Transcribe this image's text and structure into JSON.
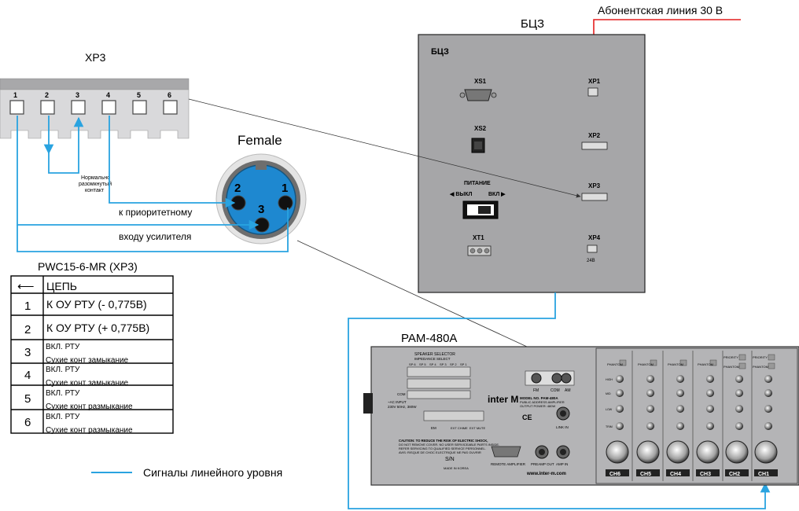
{
  "colors": {
    "signal_line": "#29a3e0",
    "red_line": "#e41e1e",
    "panel_gray": "#a6a6a8",
    "amp_body": "#b4b4b6",
    "xlr_blue": "#1e88d0"
  },
  "top_label": "Абонентская линия 30 В",
  "bcz": {
    "title": "БЦЗ",
    "panel_label": "БЦЗ",
    "xs1": "XS1",
    "xs2": "XS2",
    "xp1": "XP1",
    "xp2": "XP2",
    "xp3": "XP3",
    "xp4": "XP4",
    "xp4_voltage": "24В",
    "xt1": "XT1",
    "power_label": "ПИТАНИЕ",
    "power_off": "◀ ВЫКЛ",
    "power_on": "ВКЛ ▶"
  },
  "xp3_block": {
    "title": "XP3",
    "pins": [
      "1",
      "2",
      "3",
      "4",
      "5",
      "6"
    ],
    "nc_note_line1": "Нормально",
    "nc_note_line2": "разомкнутый",
    "nc_note_line3": "контакт"
  },
  "xlr": {
    "title": "Female",
    "pin1": "1",
    "pin2": "2",
    "pin3": "3"
  },
  "wiring_labels": {
    "priority": "к приоритетному",
    "amp_input": "входу усилителя"
  },
  "pin_table": {
    "title": "PWC15-6-MR (XP3)",
    "header_arrow": "⟵",
    "header": "ЦЕПЬ",
    "rows": [
      {
        "num": "1",
        "line1": "К ОУ РТУ (- 0,775В)",
        "line2": ""
      },
      {
        "num": "2",
        "line1": "К ОУ РТУ (+ 0,775В)",
        "line2": ""
      },
      {
        "num": "3",
        "line1": "ВКЛ. РТУ",
        "line2": "Сухие конт замыкание"
      },
      {
        "num": "4",
        "line1": "ВКЛ. РТУ",
        "line2": "Сухие конт замыкание"
      },
      {
        "num": "5",
        "line1": "ВКЛ. РТУ",
        "line2": "Сухие конт размыкание"
      },
      {
        "num": "6",
        "line1": "ВКЛ. РТУ",
        "line2": "Сухие конт размыкание"
      }
    ]
  },
  "amp": {
    "title": "PAM-480A",
    "speaker_selector": "SPEAKER SELECTOR",
    "impedance": "IMPEDANCE SELECT",
    "sp_labels": [
      "SP 6",
      "SP 5",
      "SP 4",
      "SP 3",
      "SP 2",
      "SP 1"
    ],
    "com": "COM",
    "ac_input_line1": "~AC INPUT",
    "ac_input_line2": "230V 50Hz, 380W",
    "fm": "FM",
    "com2": "COM",
    "am": "AM",
    "brand": "inter M",
    "model_line1": "MODEL NO. PAM-480A",
    "model_line2": "PUBLIC ADDRESS AMPLIFIER",
    "model_line3": "OUTPUT POWER: 480W",
    "link_in": "LINK IN",
    "em": "EM",
    "ext_chime": "EXT CHIME",
    "ext_mute": "EXT MUTE",
    "caution_line1": "CAUTION: TO REDUCE THE RISK OF ELECTRIC SHOCK,",
    "caution_line2": "DO NOT REMOVE COVER. NO USER SERVICEABLE PARTS INSIDE.",
    "caution_line3": "REFER SERVICING TO QUALIFIED SERVICE PERSONNEL.",
    "caution_line4": "AVIS: RISQUE DE CHOC ELECTRIQUE NE PAS OUVRIR",
    "serial": "S/N",
    "made_in": "MADE IN KOREA",
    "remote_amp": "REMOTE AMPLIFIER",
    "preamp_out": "PREAMP OUT",
    "amp_in": "AMP IN",
    "url": "www.inter-m.com",
    "phantom": "PHANTOM",
    "priority": "PRIORITY",
    "knob_labels": [
      "HIGH",
      "MID",
      "LOW",
      "TRIM"
    ],
    "channels": [
      "CH6",
      "CH5",
      "CH4",
      "CH3",
      "CH2",
      "CH1"
    ]
  },
  "legend": {
    "label": "Сигналы линейного уровня"
  }
}
